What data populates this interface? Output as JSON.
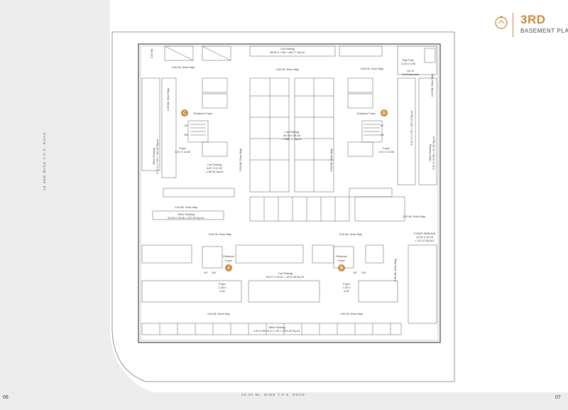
{
  "header": {
    "title": "3RD",
    "subtitle": "BASEMENT PLAN"
  },
  "page_numbers": {
    "left": "06",
    "right": "07"
  },
  "roads": {
    "bottom": "30.00 Mt. WIDE T.P.S. ROAD",
    "left": "18.00M WIDE T.P.S. ROAD"
  },
  "plan": {
    "top_car_parking": "Car Parking",
    "top_car_parking_dim": "58.64 X 7.68 = 446.77 Sq.mt.",
    "plat_form": "Plat Form",
    "plat_form_dim": "6.18 X 4.98",
    "up_to": "Up To",
    "second_basement": "2nd Basement",
    "drive_top_left": "4.50 Mt. Drive Way",
    "drive_top_mid": "4.50 Mt. Drive Way",
    "drive_top_right": "4.50 Mt. Drive Way",
    "drive_right_vertical": "3.00 Mt. Drive Way",
    "drive_left_vertical": "3.00 Mt. Drive Way",
    "center_car_parking": "Car Parking",
    "center_car_parking_dim": "30.94 X 36.18",
    "center_car_parking_area": "= 1486.73 Sq.mt.",
    "drive_center_left": "5.50 Mt. Drive Way",
    "drive_center_right": "5.50 Mt. Drive Way",
    "core_c": "C",
    "core_d": "D",
    "core_a": "A",
    "core_b": "B",
    "entrance_foyer": "Entrance Foyer",
    "entrance": "Entrance",
    "foyer": "Foyer",
    "up": "UP",
    "dn": "DN",
    "foyer_c_dim": "2.41 X 13.58",
    "foyer_d_dim": "2.41 X 13.58",
    "left_other_parking": "Other Parking",
    "left_other_parking_dim": "9.73 X 17.60 = 190.49 Sq.mt.",
    "left_car_parking": "Car Parking",
    "left_car_parking_dim": "6.87 X 21.00",
    "left_car_parking_area": "= 160.54 Sq.mt.",
    "right_other_parking": "Other Parking",
    "right_other_parking_dim": "5.87 X 15.60 = 91.56 Sq.mt.",
    "right_car_parking_dim": "9.40 X 17.25 = 162.15 Sq.mt.",
    "drive_left_mid": "2.00 Mt. Drive Way",
    "other_parking_mid": "Other Parking",
    "other_parking_mid_dim": "20.03 X 16.35 = 327.49 Sq.mt.",
    "drive_right_mid": "2.00 Mt. Drive Way",
    "right_other_parking_label": "OTHER PARKING",
    "right_other_parking_dim2": "10.52 X 16.18",
    "right_other_parking_area2": "= 170.21 SQ.MT.",
    "drive_mid_left": "5.50 Mt. Drive Way",
    "drive_mid_right": "5.50 Mt. Drive Way",
    "drive_right_lower": "5.50 Mt. Drive Way",
    "lower_car_parking": "Car Parking",
    "lower_car_parking_dim": "69.47 X 18.31 = 1272.08 Sq.mt.",
    "foyer_a_dim1": "2.28 X",
    "foyer_a_dim2": "4.52",
    "foyer_b_dim1": "2.28 X",
    "foyer_b_dim2": "4.52",
    "drive_bottom_left": "4.50 Mt. Drive Way",
    "drive_bottom_right": "4.50 Mt. Drive Way",
    "bottom_other_parking": "Other Parking",
    "bottom_other_parking_dim": "2.50 X 56.33 (+) 1.35 = 1209.45 Sq.mt.",
    "left_dim_small": "3.00 Mt."
  },
  "colors": {
    "accent": "#c58a3d",
    "road": "#ededed",
    "line": "#555555"
  }
}
